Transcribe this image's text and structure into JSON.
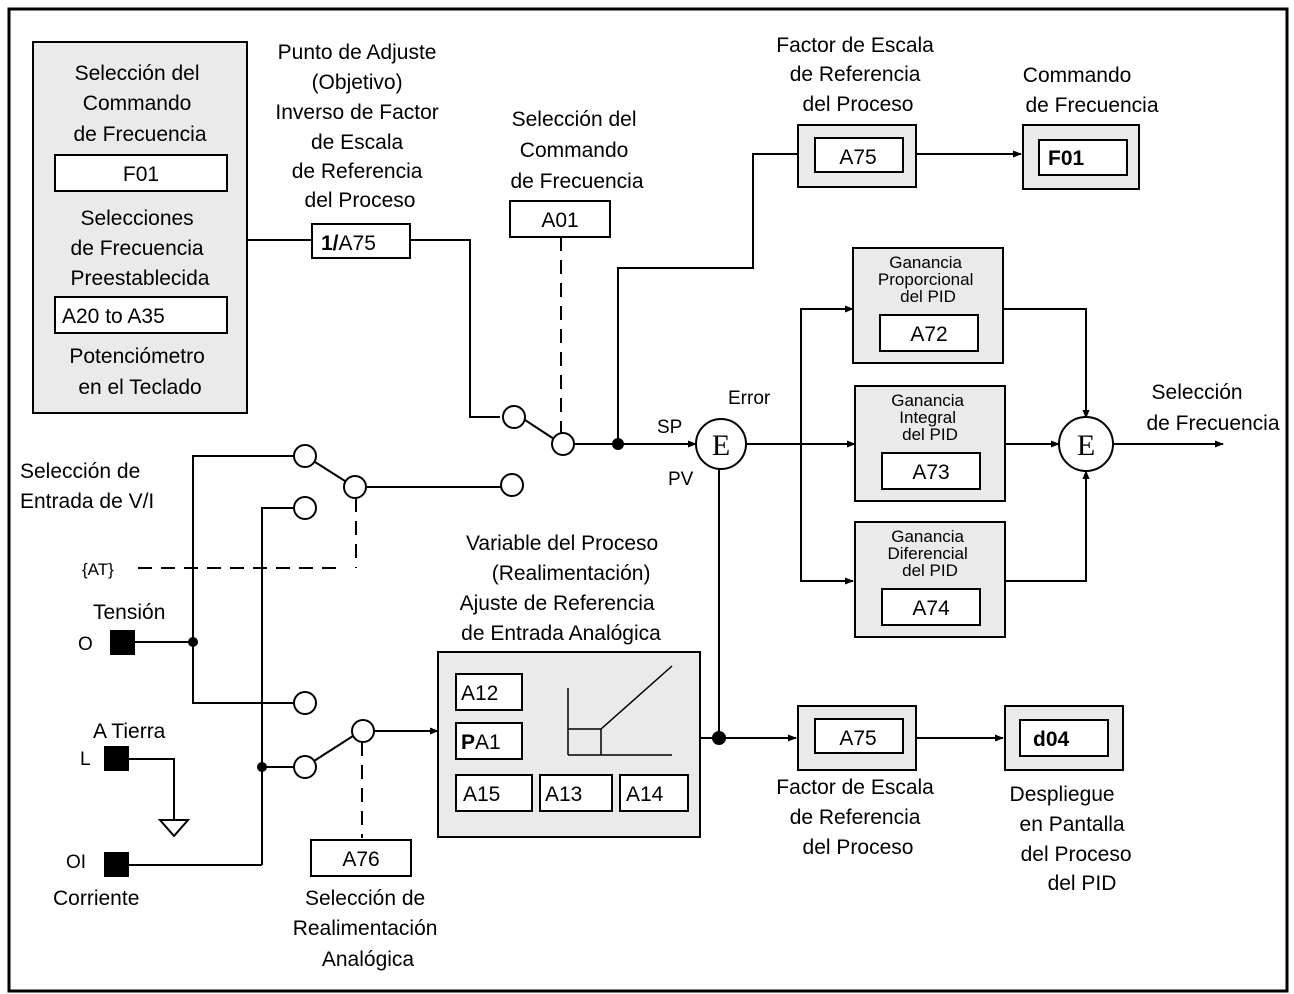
{
  "labels": {
    "sel_cmd_frec_box": [
      "Selección del",
      "Commando",
      "de Frecuencia"
    ],
    "selecciones": [
      "Selecciones",
      "de Frecuencia",
      "Preestablecida"
    ],
    "potenciometro": [
      "Potenciómetro",
      "en el Teclado"
    ],
    "punto_ajuste": [
      "Punto de Adjuste",
      "(Objetivo)",
      "Inverso de Factor",
      "de Escala",
      "de Referencia",
      "del Proceso"
    ],
    "sel_cmd_frec_mid": [
      "Selección del",
      "Commando",
      "de Frecuencia"
    ],
    "factor_escala_top": [
      "Factor de Escala",
      "de Referencia",
      "del Proceso"
    ],
    "commando_frec": [
      "Commando",
      "de Frecuencia"
    ],
    "ganancia_p": [
      "Ganancia",
      "Proporcional",
      "del PID"
    ],
    "ganancia_i": [
      "Ganancia",
      "Integral",
      "del PID"
    ],
    "ganancia_d": [
      "Ganancia",
      "Diferencial",
      "del PID"
    ],
    "error": "Error",
    "sp": "SP",
    "pv": "PV",
    "summing": "E",
    "seleccion_frecuencia": [
      "Selección",
      "de Frecuencia"
    ],
    "seleccion_entrada_vi": [
      "Selección de",
      "Entrada de V/I"
    ],
    "at": "{AT}",
    "tension": "Tensión",
    "a_tierra": "A Tierra",
    "corriente": "Corriente",
    "terminal_o": "O",
    "terminal_l": "L",
    "terminal_oi": "OI",
    "variable_proceso": [
      "Variable del Proceso",
      "(Realimentación)",
      "Ajuste de  Referencia",
      "de Entrada Analógica"
    ],
    "factor_escala_bottom": [
      "Factor de Escala",
      "de Referencia",
      "del Proceso"
    ],
    "despliegue": [
      "Despliegue",
      "en Pantalla",
      "del Proceso",
      "del PID"
    ],
    "sel_realimentacion": [
      "Selección de",
      "Realimentación",
      "Analógica"
    ]
  },
  "params": {
    "f01": "F01",
    "a20_a35": "A20 to A35",
    "inv_a75_prefix": "1/",
    "inv_a75_suffix": "A75",
    "a01": "A01",
    "a75_top": "A75",
    "f01_out": "F01",
    "a72": "A72",
    "a73": "A73",
    "a74": "A74",
    "a12": "A12",
    "pa1_prefix": "P",
    "pa1_suffix": "A1",
    "a15": "A15",
    "a13": "A13",
    "a14": "A14",
    "a75_bottom": "A75",
    "d04": "d04",
    "a76": "A76"
  }
}
